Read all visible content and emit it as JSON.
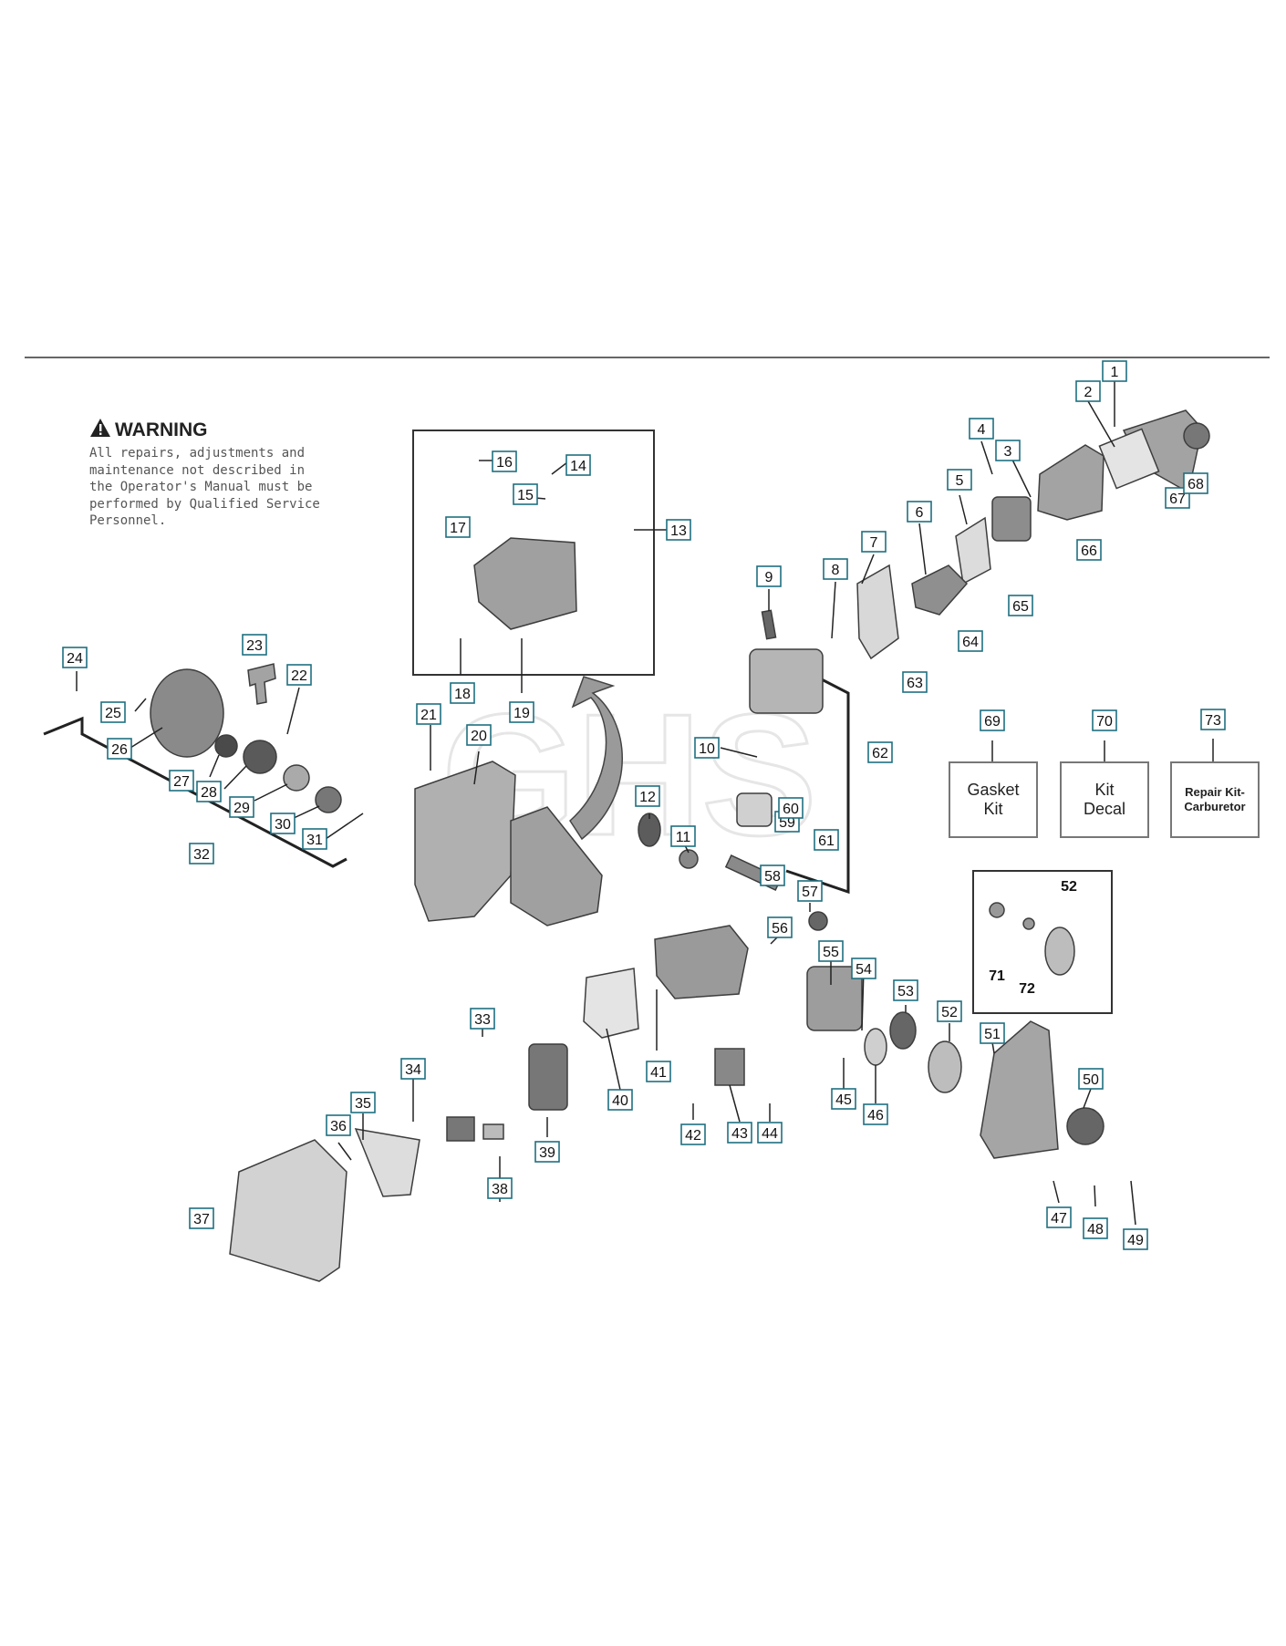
{
  "warning": {
    "title": "WARNING",
    "icon": "warning-triangle-icon",
    "text": "All repairs, adjustments and\nmaintenance not described in\nthe Operator's Manual must be\nperformed by Qualified Service\nPersonnel."
  },
  "watermark": "GHS",
  "kits": {
    "gasket": {
      "number": "69",
      "label": "Gasket\nKit"
    },
    "decal": {
      "number": "70",
      "label": "Kit\nDecal"
    },
    "carburetor": {
      "number": "73",
      "label": "Repair Kit-\nCarburetor"
    }
  },
  "parts": [
    "1",
    "2",
    "3",
    "4",
    "5",
    "6",
    "7",
    "8",
    "9",
    "10",
    "11",
    "12",
    "13",
    "14",
    "15",
    "16",
    "17",
    "18",
    "19",
    "20",
    "21",
    "22",
    "23",
    "24",
    "25",
    "26",
    "27",
    "28",
    "29",
    "30",
    "31",
    "32",
    "33",
    "34",
    "35",
    "36",
    "37",
    "38",
    "39",
    "40",
    "41",
    "42",
    "43",
    "44",
    "45",
    "46",
    "47",
    "48",
    "49",
    "50",
    "51",
    "52",
    "53",
    "54",
    "55",
    "56",
    "57",
    "58",
    "59",
    "60",
    "61",
    "62",
    "63",
    "64",
    "65",
    "66",
    "67",
    "68"
  ],
  "inset_parts": [
    "52",
    "71",
    "72"
  ],
  "colors": {
    "label_border": "#1f6f80",
    "line": "#222222",
    "part_grey": "#9a9a9a"
  }
}
